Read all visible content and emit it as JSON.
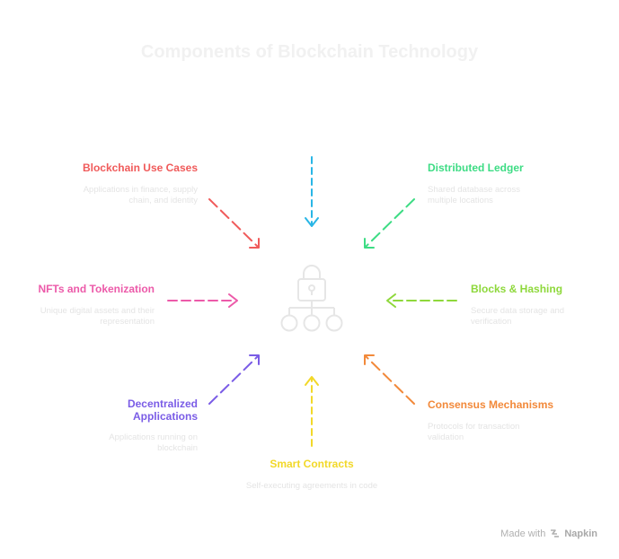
{
  "title": "Components of Blockchain Technology",
  "colors": {
    "use_cases": "#f05a5a",
    "ledger": "#3ddc84",
    "nfts": "#ec5aa9",
    "blocks": "#8ed83b",
    "dapps": "#7a5ce6",
    "consensus": "#f2893a",
    "contracts": "#f2d829",
    "top_arrow": "#29b6e6",
    "center_icon": "#e6e6e6"
  },
  "center_icon": "blockchain-lock-network-icon",
  "nodes": {
    "use_cases": {
      "label": "Blockchain Use Cases",
      "desc": "Applications in finance, supply chain, and identity"
    },
    "ledger": {
      "label": "Distributed Ledger",
      "desc": "Shared database across multiple locations"
    },
    "nfts": {
      "label": "NFTs and Tokenization",
      "desc": "Unique digital assets and their representation"
    },
    "blocks": {
      "label": "Blocks & Hashing",
      "desc": "Secure data storage and verification"
    },
    "dapps": {
      "label": "Decentralized Applications",
      "desc": "Applications running on blockchain"
    },
    "consensus": {
      "label": "Consensus Mechanisms",
      "desc": "Protocols for transaction validation"
    },
    "contracts": {
      "label": "Smart Contracts",
      "desc": "Self-executing agreements in code"
    }
  },
  "footer": {
    "prefix": "Made with",
    "brand": "Napkin"
  }
}
